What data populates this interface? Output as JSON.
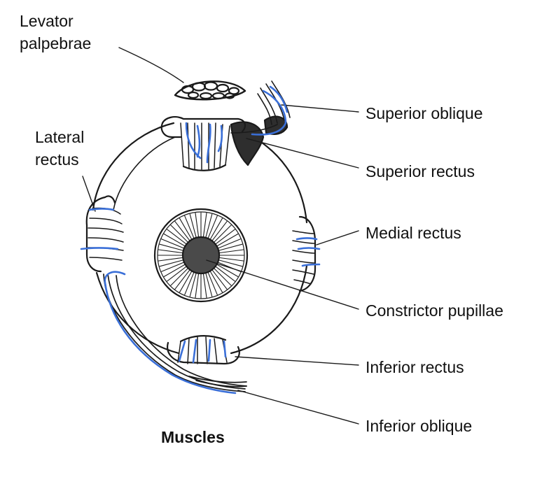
{
  "diagram": {
    "caption": "Muscles",
    "labels": {
      "levator_line1": "Levator",
      "levator_line2": "palpebrae",
      "lateral_line1": "Lateral",
      "lateral_line2": "rectus",
      "superior_oblique": "Superior oblique",
      "superior_rectus": "Superior rectus",
      "medial_rectus": "Medial rectus",
      "constrictor_pupillae": "Constrictor pupillae",
      "inferior_rectus": "Inferior rectus",
      "inferior_oblique": "Inferior oblique"
    },
    "colors": {
      "ink": "#1a1a1a",
      "annotation_blue": "#3a6fd8",
      "pupil": "#4a4a4a",
      "shadow": "#2e2e2e"
    }
  }
}
